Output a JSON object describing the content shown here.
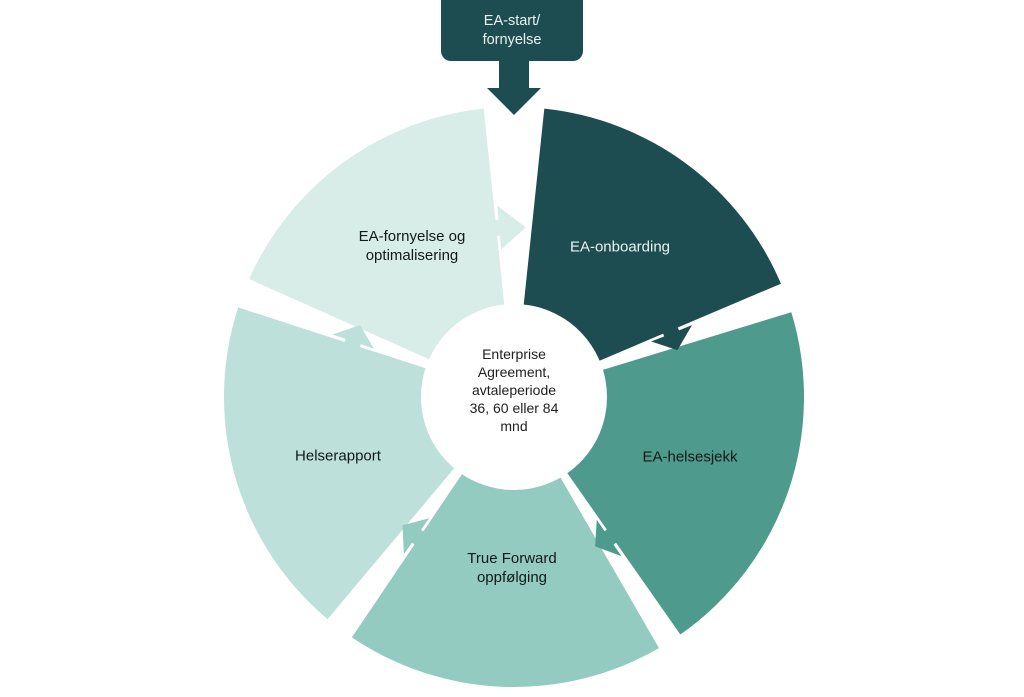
{
  "start": {
    "label": "EA-start/\nfornyelse",
    "color": "#1d4d50",
    "text_color": "#e8f2f1"
  },
  "center": {
    "label": "Enterprise\nAgreement,\navtaleperiode\n36, 60 eller 84\nmnd"
  },
  "segments": [
    {
      "id": "onboarding",
      "label": "EA-onboarding",
      "color": "#1d4d50",
      "text_color": "#e8f2f1"
    },
    {
      "id": "helsesjekk",
      "label": "EA-helsesjekk",
      "color": "#4e9a8d",
      "text_color": "#111a19"
    },
    {
      "id": "truforward",
      "label": "True Forward\noppfølging",
      "color": "#93cbc1",
      "text_color": "#111a19"
    },
    {
      "id": "helserapport",
      "label": "Helserapport",
      "color": "#bde0da",
      "text_color": "#111a19"
    },
    {
      "id": "fornyelse",
      "label": "EA-fornyelse og\noptimalisering",
      "color": "#d8ece8",
      "text_color": "#111a19"
    }
  ]
}
